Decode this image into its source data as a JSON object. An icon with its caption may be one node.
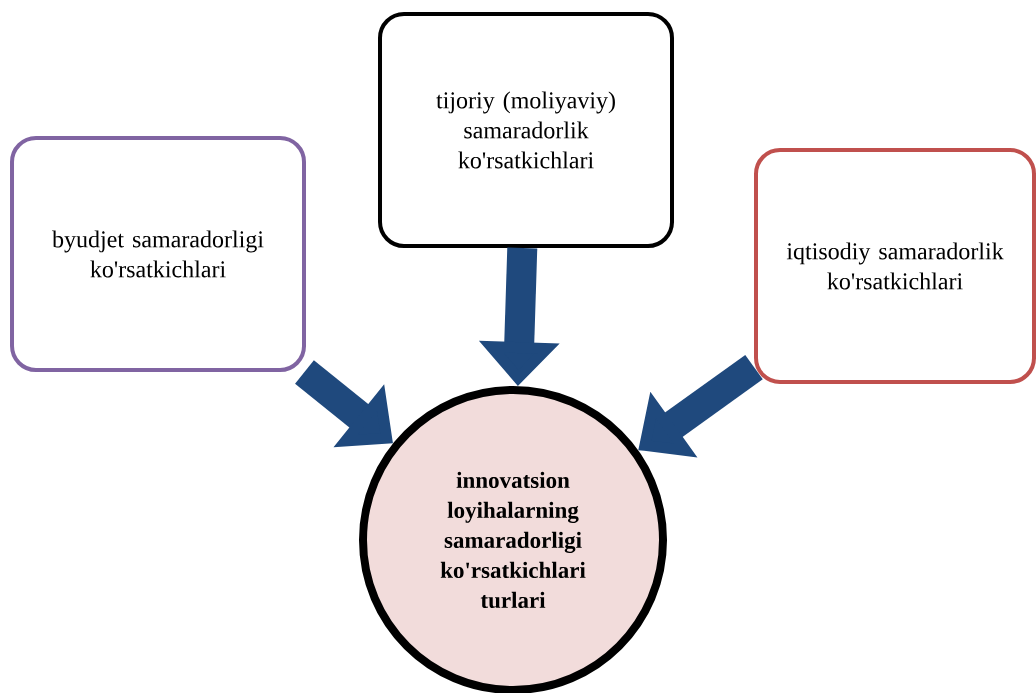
{
  "diagram": {
    "nodes": [
      {
        "text": [
          "byudjet samaradorligi ko'rsatkichlari"
        ]
      },
      {
        "text": [
          "tijoriy (moliyaviy) samaradorlik ko'rsatkichlari"
        ]
      },
      {
        "text": [
          "iqtisodiy samaradorlik ko'rsatkichlari"
        ]
      },
      {
        "text": [
          "innovatsion loyihalarning samaradorligi ko'rsatkichlari turlari"
        ]
      }
    ],
    "edges": [
      {
        "from": 0,
        "to": 3,
        "arrow": "to"
      },
      {
        "from": 1,
        "to": 3,
        "arrow": "to"
      },
      {
        "from": 2,
        "to": 3,
        "arrow": "to"
      }
    ]
  }
}
